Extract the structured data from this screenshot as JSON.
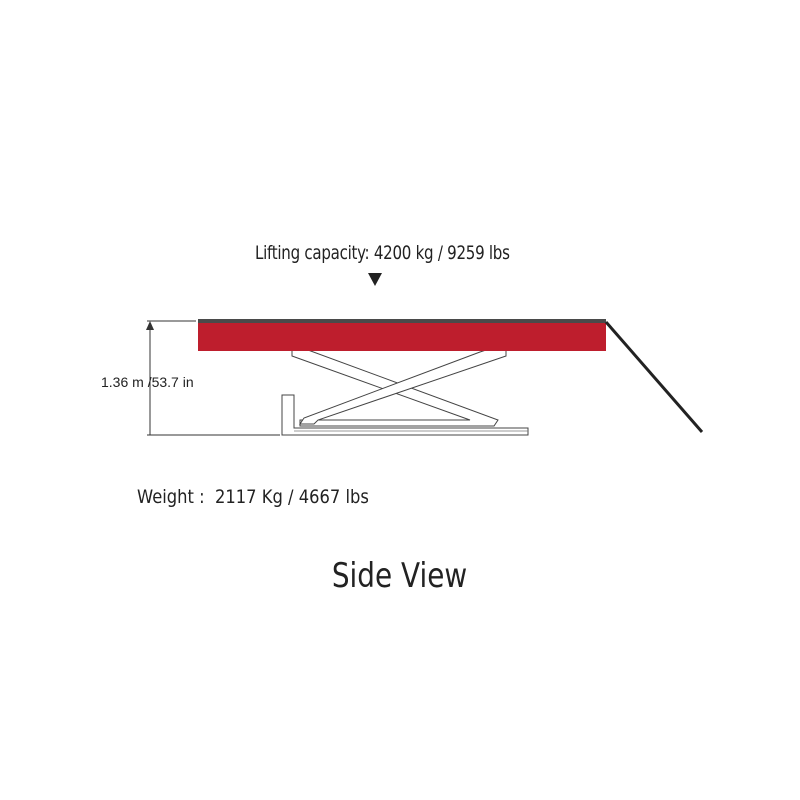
{
  "lifting_capacity": "Lifting capacity: 4200 kg / 9259 lbs",
  "height": "1.36 m /53.7 in",
  "weight": {
    "label": "Weight :",
    "value": "2117 Kg / 4667 lbs"
  },
  "view_title": "Side View",
  "colors": {
    "platform": "#be1e2d",
    "outline": "#333333",
    "text": "#222222"
  }
}
